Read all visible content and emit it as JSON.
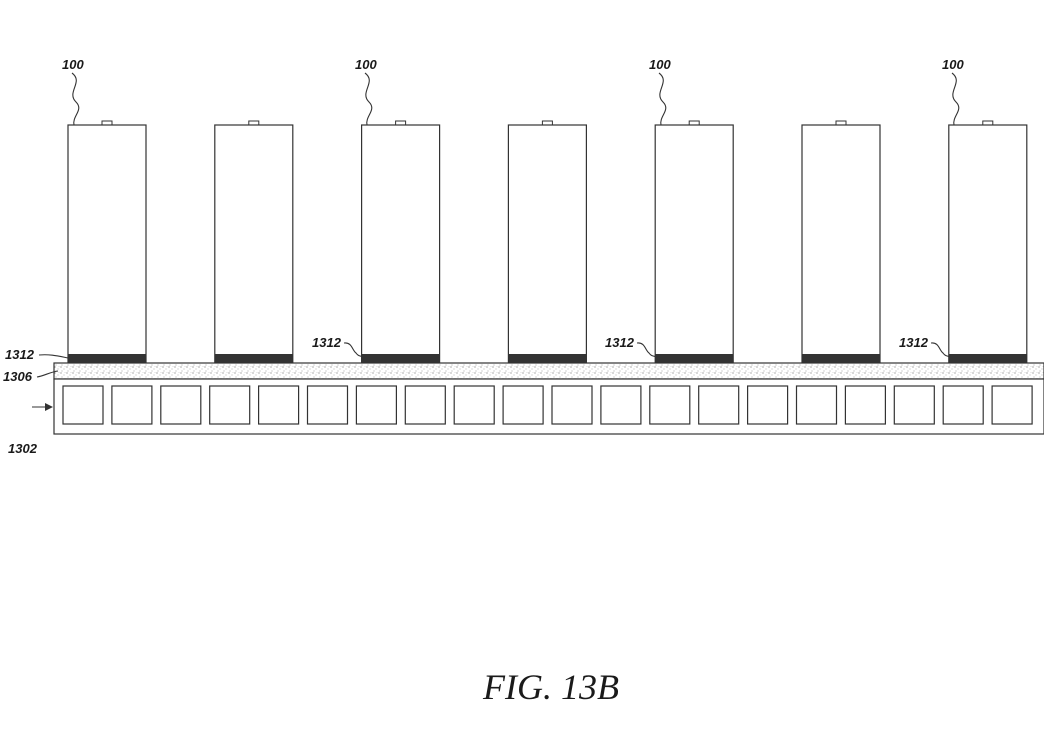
{
  "figure": {
    "caption": "FIG. 13B",
    "cell_count": 7,
    "cooling_channel_count": 20,
    "labels": {
      "cell": "100",
      "cell_bond": "1312",
      "interface_layer": "1306",
      "cooling_plate": "1302"
    },
    "colors": {
      "line": "#333333",
      "bond": "#333333",
      "text": "#1a1a1a"
    }
  }
}
